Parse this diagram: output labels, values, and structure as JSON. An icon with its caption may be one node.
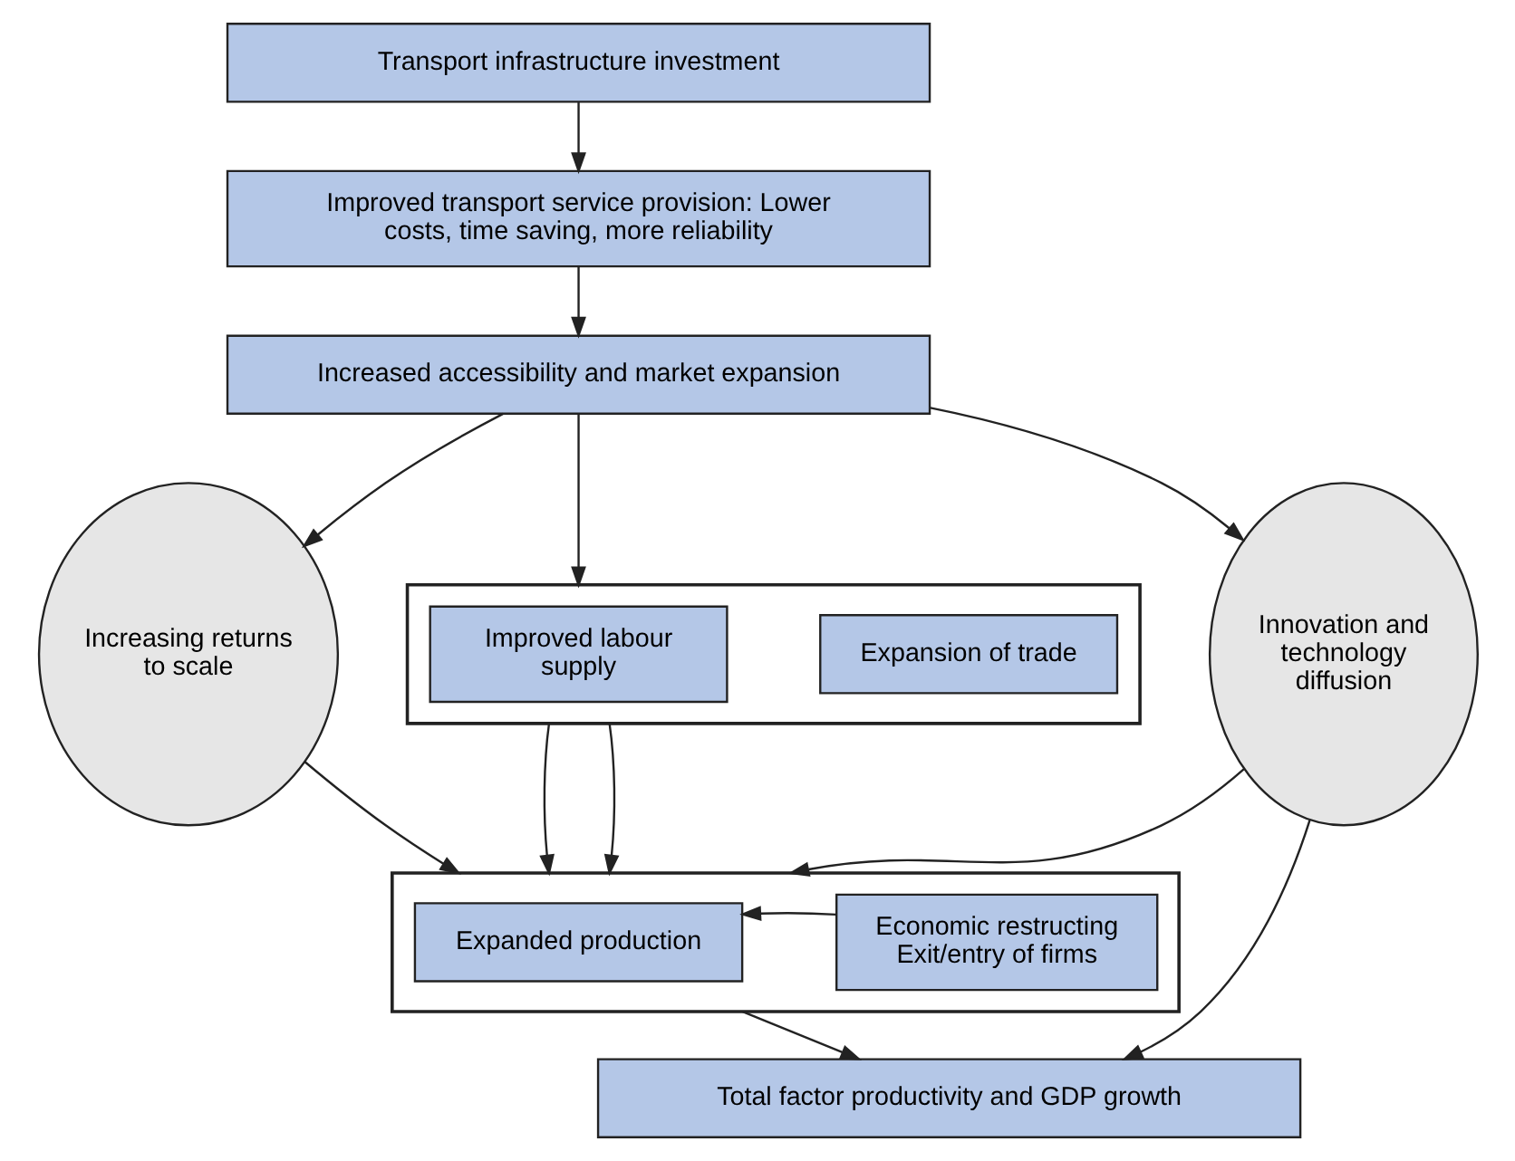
{
  "diagram": {
    "nodes": [
      {
        "text": [
          "Transport infrastructure investment"
        ]
      },
      {
        "text": [
          "Improved transport service provision: Lower costs, time saving, more reliability"
        ]
      },
      {
        "text": [
          "Increased accessibility and market expansion"
        ]
      },
      {
        "text": [
          "Increasing returns to scale"
        ]
      },
      {
        "text": [
          "Innovation and technology diffusion"
        ]
      },
      {
        "text": [],
        "shape": "box"
      },
      {
        "text": [
          "Improved labour supply"
        ],
        "in": 5
      },
      {
        "text": [
          "Expansion of trade"
        ],
        "in": 5
      },
      {
        "text": [],
        "shape": "box"
      },
      {
        "text": [
          "Expanded production"
        ],
        "in": 8
      },
      {
        "text": [
          "Economic restructing Exit/entry of firms"
        ],
        "in": 8
      },
      {
        "text": [
          "Total factor productivity and GDP growth"
        ]
      }
    ],
    "edges": [
      {
        "from": 0,
        "to": 1,
        "arrow": "to"
      },
      {
        "from": 1,
        "to": 2,
        "arrow": "to"
      },
      {
        "from": 2,
        "to": 3,
        "arrow": "to"
      },
      {
        "from": 2,
        "to": 4,
        "arrow": "to"
      },
      {
        "from": 2,
        "to": 5,
        "arrow": "to"
      },
      {
        "from": 5,
        "to": 8,
        "arrow": "to"
      },
      {
        "from": 5,
        "to": 8,
        "arrow": "to"
      },
      {
        "from": 3,
        "to": 8,
        "arrow": "to"
      },
      {
        "from": 10,
        "to": 9,
        "arrow": "to"
      },
      {
        "from": 4,
        "to": 8,
        "arrow": "to"
      },
      {
        "from": 8,
        "to": 11,
        "arrow": "to"
      },
      {
        "from": 4,
        "to": 11,
        "arrow": "to"
      }
    ]
  }
}
